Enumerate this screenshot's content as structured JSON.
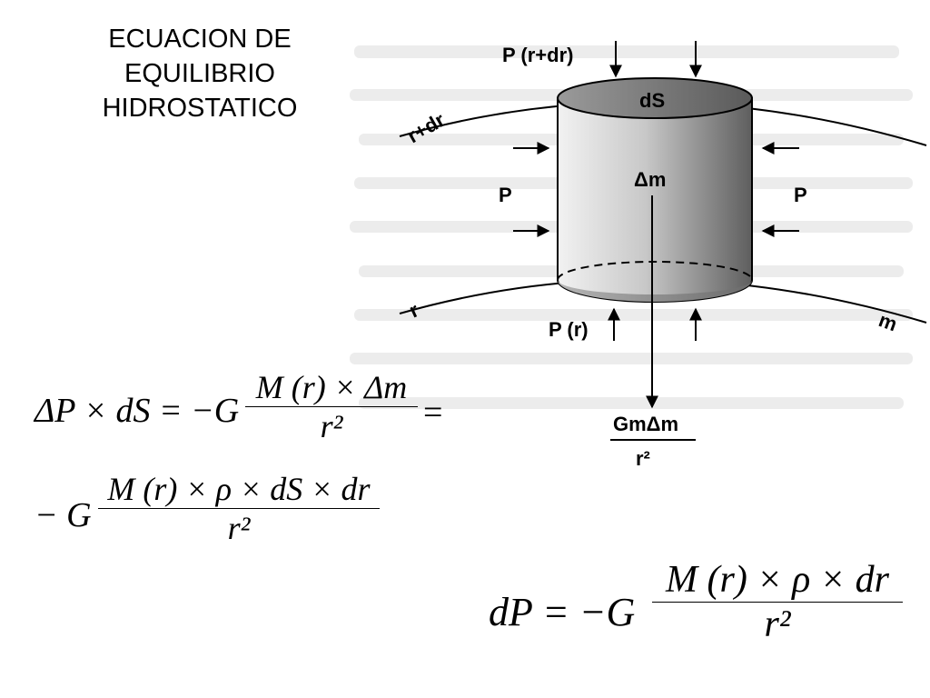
{
  "title": {
    "line1": "ECUACION DE",
    "line2": "EQUILIBRIO",
    "line3": "HIDROSTATICO"
  },
  "diagram": {
    "top_pressure": "P (r+dr)",
    "top_area": "dS",
    "outer_shell": "r+dr",
    "mass_element": "Δm",
    "left_pressure": "P",
    "right_pressure": "P",
    "inner_shell": "r",
    "mass_label": "m",
    "bottom_pressure": "P (r)",
    "gravity_numerator": "GmΔm",
    "gravity_denominator": "r²"
  },
  "equations": {
    "eq1": {
      "lhs": "ΔP × dS = −G",
      "numerator": "M (r) × Δm",
      "denominator": "r²",
      "trailing": "="
    },
    "eq2": {
      "lhs": "− G",
      "numerator": "M (r) × ρ × dS × dr",
      "denominator": "r²"
    },
    "eq3": {
      "lhs": "dP = −G",
      "numerator": "M (r) × ρ × dr",
      "denominator": "r²"
    }
  },
  "colors": {
    "cylinder_light": "#d9d9d9",
    "cylinder_dark": "#6f6f6f",
    "background_text": "#e6e6e6"
  }
}
